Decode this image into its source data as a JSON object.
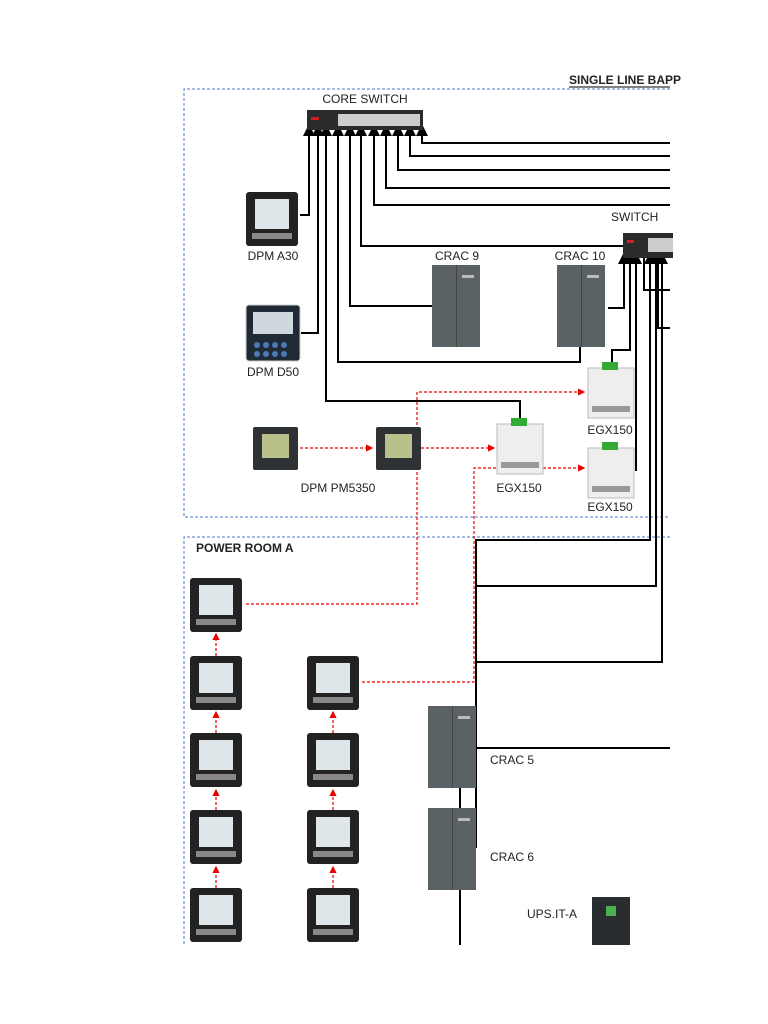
{
  "title": "SINGLE LINE BAPP",
  "zones": {
    "upper": "",
    "power_room": "POWER ROOM A"
  },
  "devices": {
    "core_switch": "CORE SWITCH",
    "switch": "SWITCH",
    "dpm_a30": "DPM A30",
    "dpm_d50": "DPM D50",
    "dpm_pm5350": "DPM PM5350",
    "crac9": "CRAC 9",
    "crac10": "CRAC 10",
    "egx_mid": "EGX150",
    "egx_top": "EGX150",
    "egx_bottom": "EGX150",
    "crac5": "CRAC 5",
    "crac6": "CRAC 6",
    "ups": "UPS.IT-A"
  },
  "colors": {
    "ethernet": "#000000",
    "modbus": "#e00000",
    "zone_border": "#4a78c8",
    "crac": "#5a6266"
  }
}
